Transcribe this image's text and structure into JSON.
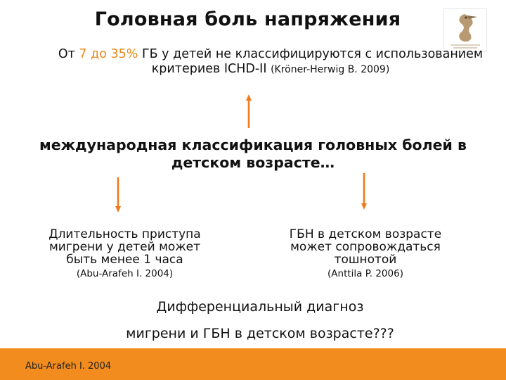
{
  "slide": {
    "title": "Головная боль напряжения",
    "intro": {
      "pre": "От ",
      "range": "7 до 35%",
      "mid": " ГБ у детей не классифицируются с использованием критериев ICHD-II ",
      "ref": "(Kröner-Herwig B. 2009)"
    },
    "main_classification": "международная классификация головных болей в детском возрасте…",
    "left_point": {
      "text": "Длительность приступа мигрени у детей может быть менее 1 часа",
      "ref": "(Abu-Arafeh I. 2004)"
    },
    "right_point": {
      "text": "ГБН в детском возрасте может сопровождаться тошнотой",
      "ref": "(Anttila P. 2006)"
    },
    "diagnosis_line1": "Дифференциальный диагноз",
    "diagnosis_line2": "мигрени и ГБН в детском возрасте???",
    "footer": "Abu-Arafeh I. 2004"
  },
  "colors": {
    "accent": "#e8881a",
    "arrow": "#f07a1c",
    "footer_bar": "#f28c1e"
  },
  "icons": {
    "logo": "pelican-logo"
  }
}
